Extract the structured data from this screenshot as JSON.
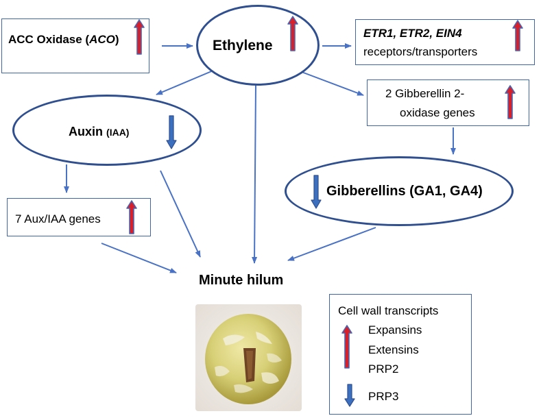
{
  "colors": {
    "arrow": "#4a72c4",
    "box_border": "#3f63a6",
    "ellipse_border": "#2f4f8f",
    "up_indicator": "#d8202a",
    "down_indicator": "#3d6fbf"
  },
  "nodes": {
    "aco": {
      "label_plain": "ACC Oxidase (",
      "label_italic": "ACO",
      "label_close": ")",
      "indicator": "up"
    },
    "ethylene": {
      "label": "Ethylene",
      "indicator": "up"
    },
    "receptors": {
      "line1_italic": "ETR1, ETR2, EIN4",
      "line2": "receptors/transporters",
      "indicator": "up"
    },
    "auxin": {
      "label": "Auxin",
      "label_small": "(IAA)",
      "indicator": "down"
    },
    "ga_oxidase": {
      "line1": "2 Gibberellin 2-",
      "line2": "oxidase genes",
      "indicator": "up"
    },
    "gibberellins": {
      "label": "Gibberellins (GA1, GA4)",
      "indicator": "down"
    },
    "aux_iaa": {
      "label": "7 Aux/IAA genes",
      "indicator": "up"
    },
    "hilum": {
      "label": "Minute hilum"
    }
  },
  "legend": {
    "title": "Cell wall transcripts",
    "up_items": [
      "Expansins",
      "Extensins",
      "PRP2"
    ],
    "down_items": [
      "PRP3"
    ]
  },
  "icons": {
    "up": "up-arrow-icon",
    "down": "down-arrow-icon"
  }
}
